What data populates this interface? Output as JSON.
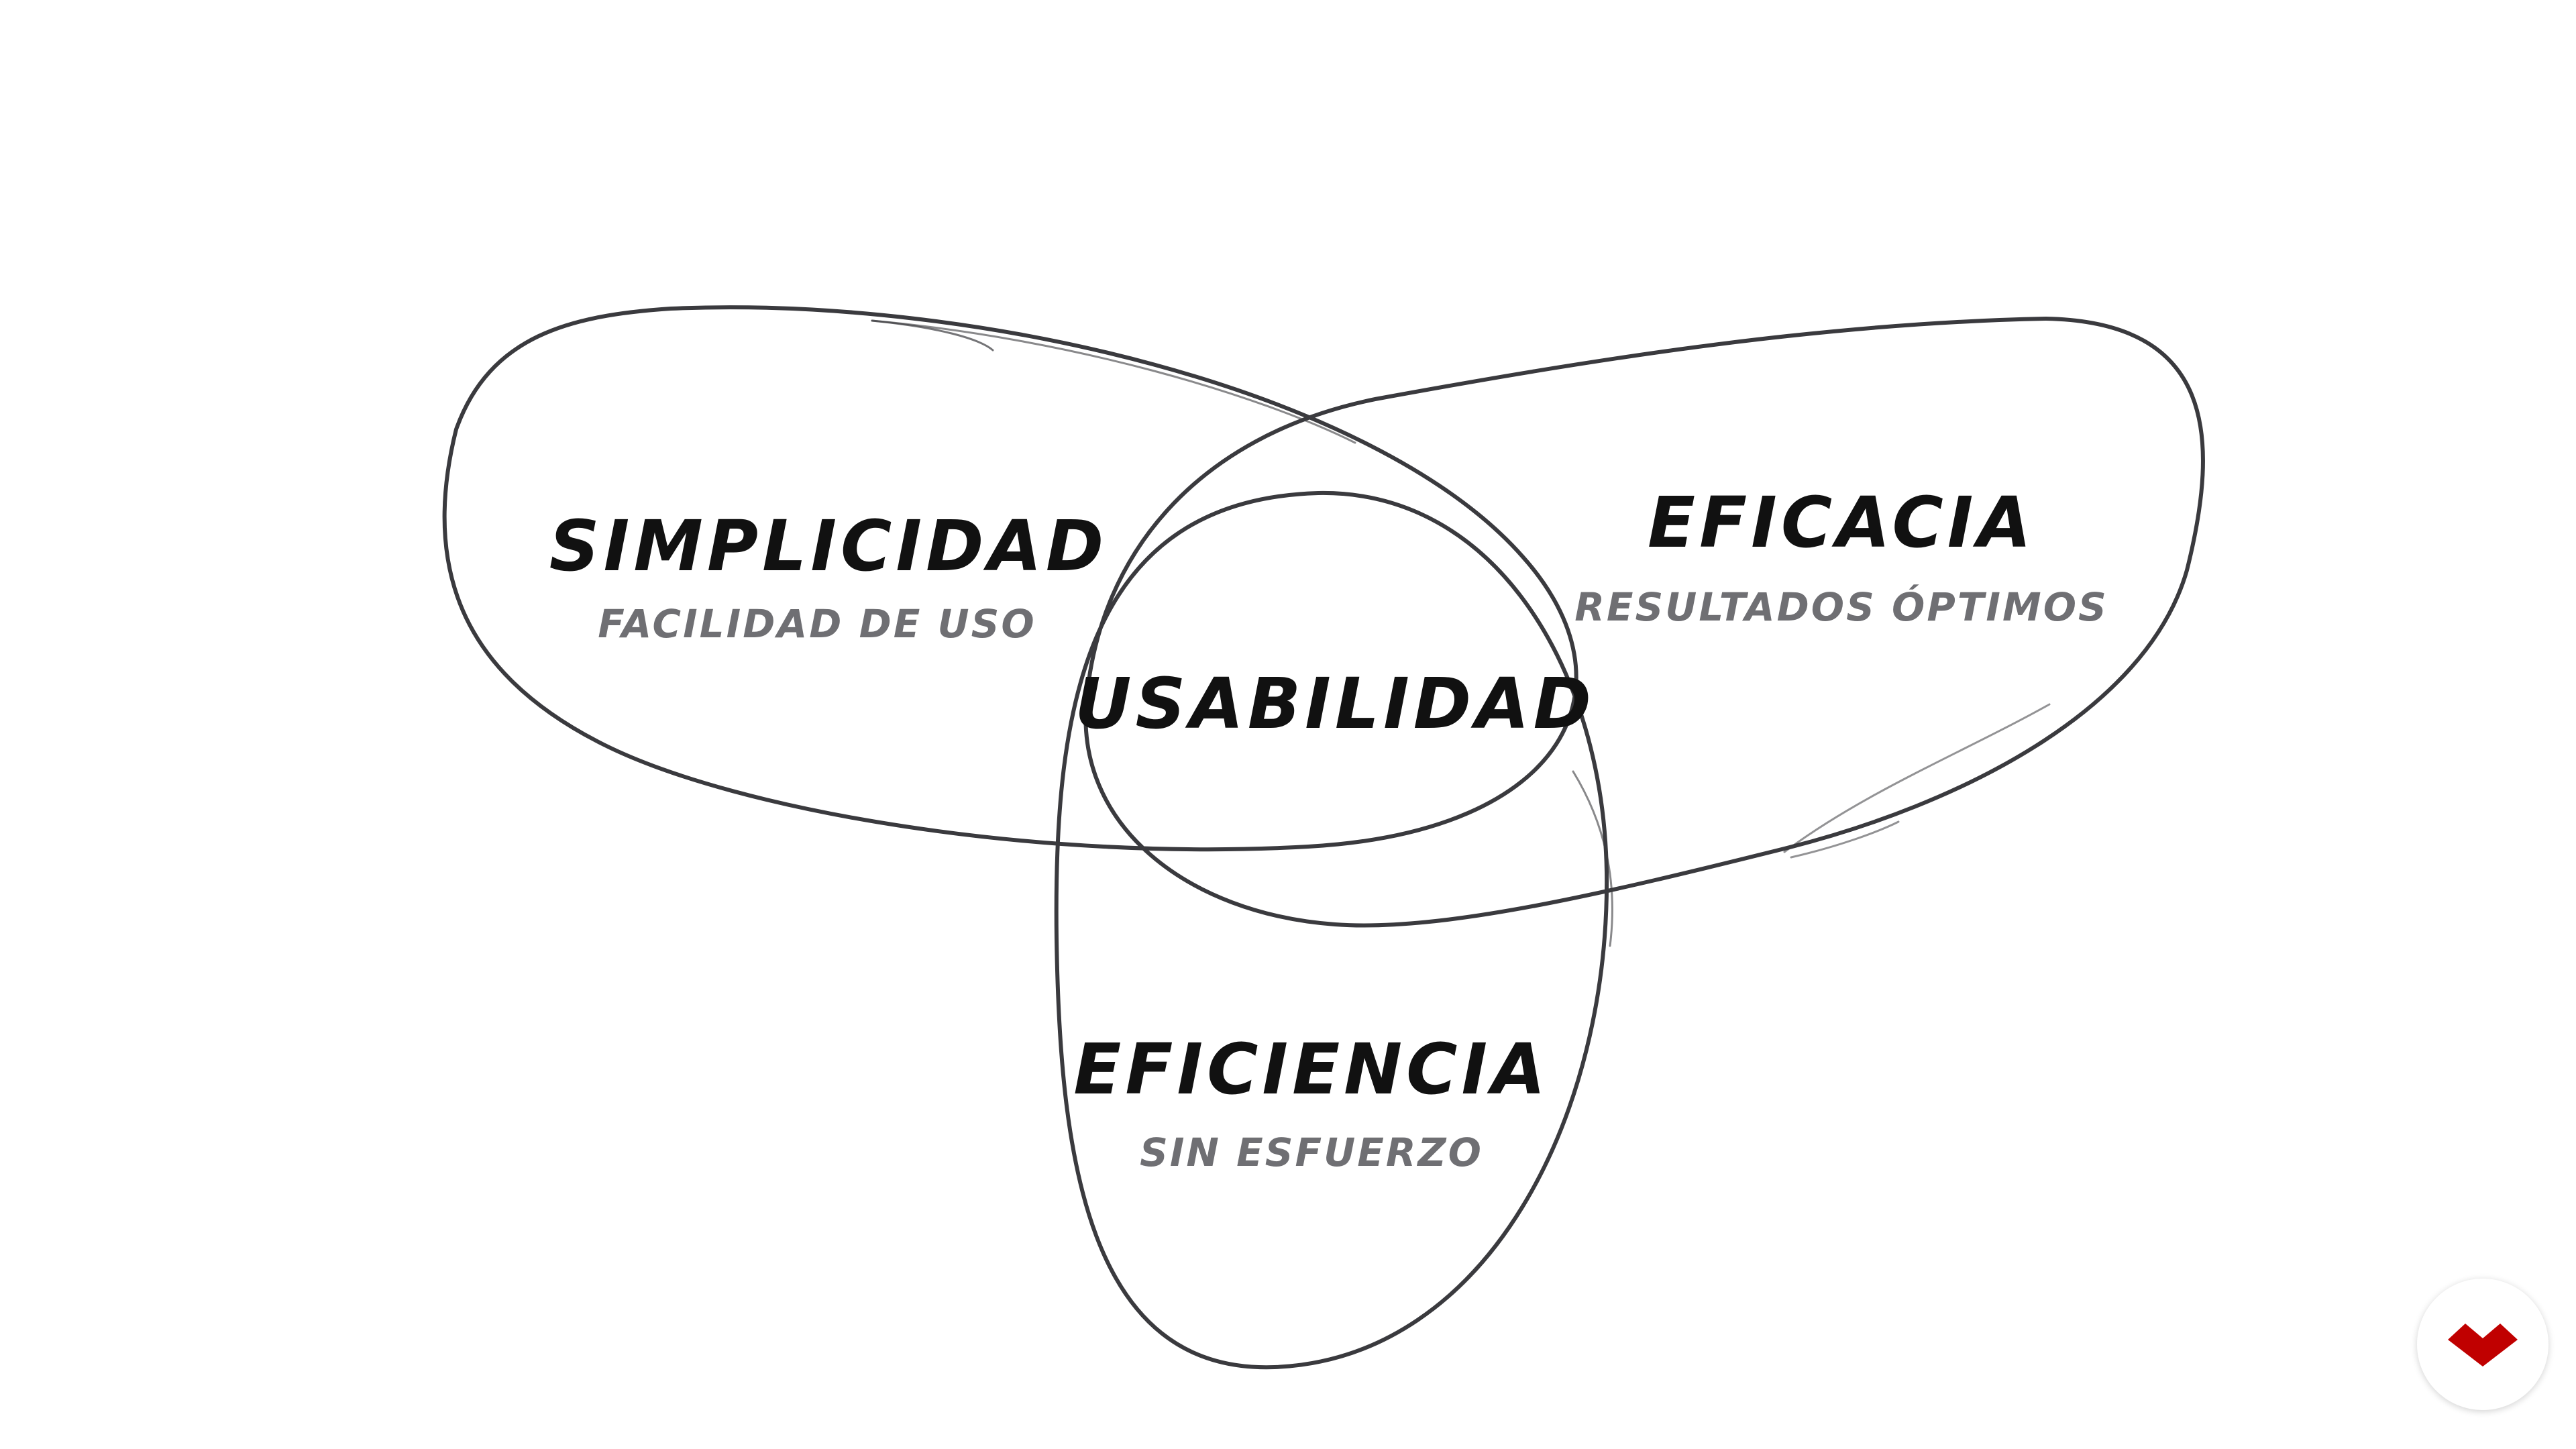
{
  "diagram": {
    "center": {
      "title": "USABILIDAD"
    },
    "circles": [
      {
        "id": "simplicidad",
        "title": "SIMPLICIDAD",
        "subtitle": "FACILIDAD DE USO"
      },
      {
        "id": "eficacia",
        "title": "EFICACIA",
        "subtitle": "RESULTADOS ÓPTIMOS"
      },
      {
        "id": "eficiencia",
        "title": "EFICIENCIA",
        "subtitle": "SIN ESFUERZO"
      }
    ]
  },
  "colors": {
    "stroke": "#3a3a3e",
    "title": "#111111",
    "subtitle": "#6f6f73",
    "logo": "#c00000"
  },
  "logo": {
    "icon": "chevron-logo-icon"
  }
}
